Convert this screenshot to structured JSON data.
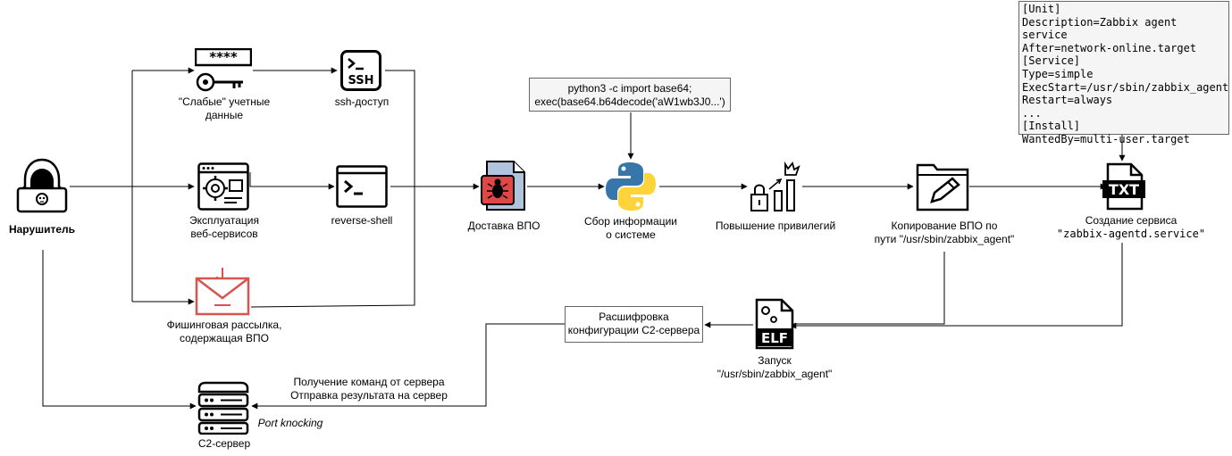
{
  "nodes": {
    "attacker": "Нарушитель",
    "weak_creds": [
      "\"Слабые\" учетные",
      "данные"
    ],
    "ssh": "ssh-доступ",
    "web_exploit": [
      "Эксплуатация",
      "веб-сервисов"
    ],
    "reverse_shell": "reverse-shell",
    "phishing": [
      "Фишинговая рассылка,",
      "содержащая ВПО"
    ],
    "delivery": "Доставка ВПО",
    "info": [
      "Сбор информации",
      "о системе"
    ],
    "privesc": "Повышение привилегий",
    "copy": [
      "Копирование ВПО по",
      "пути \"/usr/sbin/zabbix_agent\""
    ],
    "service": [
      "Создание сервиса",
      "\"zabbix-agentd.service\""
    ],
    "launch": [
      "Запуск",
      "\"/usr/sbin/zabbix_agent\""
    ],
    "decrypt": [
      "Расшифровка",
      "конфигурации C2-сервера"
    ],
    "c2": "C2-сервер",
    "port_knocking": "Port knocking",
    "commands": [
      "Получение команд от сервера",
      "Отправка результата на сервер"
    ]
  },
  "python_cmd": [
    "python3 -c import base64;",
    "exec(base64.b64decode('aW1wb3J0...')"
  ],
  "unit_file": [
    "[Unit]",
    "Description=Zabbix agent service",
    "After=network-online.target",
    "[Service]",
    "Type=simple",
    "ExecStart=/usr/sbin/zabbix_agent",
    "Restart=always",
    "...",
    "[Install]",
    "WantedBy=multi-user.target"
  ],
  "icons": {
    "password": "****",
    "ssh": "SSH",
    "txt": "TXT",
    "elf": "ELF"
  },
  "colors": {
    "line": "#000000",
    "phishing": "#d9534f",
    "malware": "#e04848",
    "python_blue": "#3776ab",
    "python_yellow": "#ffd43b",
    "box_fill": "#f5f5f5"
  }
}
